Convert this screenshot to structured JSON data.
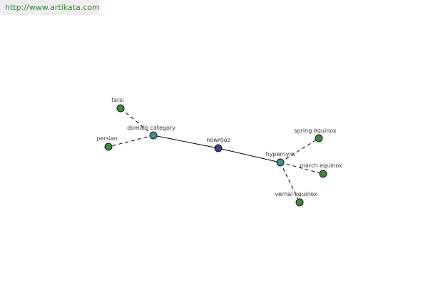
{
  "header": {
    "url": "http://www.artikata.com"
  },
  "colors": {
    "center": "#3a3f8e",
    "relation": "#3f8f8a",
    "leaf": "#3d8a3d"
  },
  "graph": {
    "nodes": [
      {
        "id": "nowrooz",
        "label": "nowrooz",
        "kind": "center"
      },
      {
        "id": "domain",
        "label": "domain category",
        "kind": "relation"
      },
      {
        "id": "hypernym",
        "label": "hypernym",
        "kind": "relation"
      },
      {
        "id": "farsi",
        "label": "farsi",
        "kind": "leaf"
      },
      {
        "id": "persian",
        "label": "persian",
        "kind": "leaf"
      },
      {
        "id": "spring",
        "label": "spring equinox",
        "kind": "leaf"
      },
      {
        "id": "march",
        "label": "march equinox",
        "kind": "leaf"
      },
      {
        "id": "vernal",
        "label": "vernal equinox",
        "kind": "leaf"
      }
    ],
    "edges": [
      {
        "from": "domain",
        "to": "nowrooz",
        "style": "solid"
      },
      {
        "from": "nowrooz",
        "to": "hypernym",
        "style": "solid"
      },
      {
        "from": "domain",
        "to": "farsi",
        "style": "dashed"
      },
      {
        "from": "domain",
        "to": "persian",
        "style": "dashed"
      },
      {
        "from": "hypernym",
        "to": "spring",
        "style": "dashed"
      },
      {
        "from": "hypernym",
        "to": "march",
        "style": "dashed"
      },
      {
        "from": "hypernym",
        "to": "vernal",
        "style": "dashed"
      }
    ]
  }
}
